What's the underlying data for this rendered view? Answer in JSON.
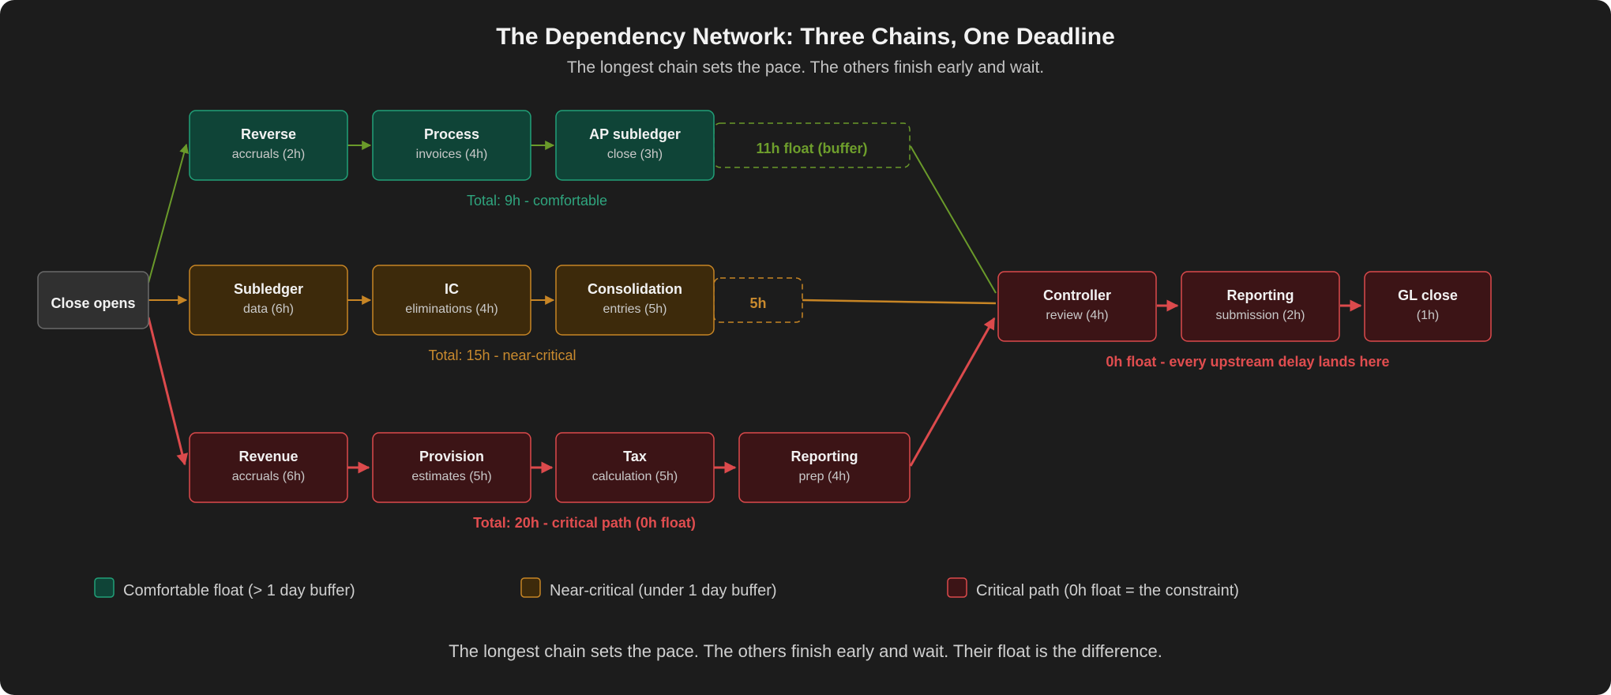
{
  "title": "The Dependency Network: Three Chains, One Deadline",
  "subtitle": "The longest chain sets the pace. The others finish early and wait.",
  "footer": "The longest chain sets the pace. The others finish early and wait. Their float is the difference.",
  "colors": {
    "background": "#1c1c1c",
    "green_fill": "#0f4437",
    "green_stroke": "#21a078",
    "green_arrow": "#6a9a2a",
    "green_text": "#2fa57e",
    "green_float_text": "#6e9e2c",
    "amber_fill": "#3d2a0b",
    "amber_stroke": "#c78525",
    "amber_text": "#c98a2e",
    "red_fill": "#3c1416",
    "red_stroke": "#dc4a4c",
    "red_text": "#e04d4f",
    "neutral_fill": "#303030",
    "neutral_stroke": "#6a6a6a"
  },
  "nodes": {
    "close_opens": {
      "title": "Close opens"
    },
    "reverse": {
      "title": "Reverse",
      "sub": "accruals (2h)"
    },
    "process": {
      "title": "Process",
      "sub": "invoices (4h)"
    },
    "ap_subledger": {
      "title": "AP subledger",
      "sub": "close (3h)"
    },
    "subledger": {
      "title": "Subledger",
      "sub": "data (6h)"
    },
    "ic": {
      "title": "IC",
      "sub": "eliminations (4h)"
    },
    "consolidation": {
      "title": "Consolidation",
      "sub": "entries (5h)"
    },
    "revenue": {
      "title": "Revenue",
      "sub": "accruals (6h)"
    },
    "provision": {
      "title": "Provision",
      "sub": "estimates (5h)"
    },
    "tax": {
      "title": "Tax",
      "sub": "calculation (5h)"
    },
    "reporting_prep": {
      "title": "Reporting",
      "sub": "prep (4h)"
    },
    "controller": {
      "title": "Controller",
      "sub": "review (4h)"
    },
    "reporting_sub": {
      "title": "Reporting",
      "sub": "submission (2h)"
    },
    "gl_close": {
      "title": "GL close",
      "sub": "(1h)"
    }
  },
  "floats": {
    "top": "11h float (buffer)",
    "middle": "5h"
  },
  "chain_totals": {
    "top": "Total: 9h - comfortable",
    "middle": "Total: 15h - near-critical",
    "bottom": "Total: 20h - critical path (0h float)"
  },
  "critical_note": "0h float - every upstream delay lands here",
  "legend": [
    {
      "label": "Comfortable float (> 1 day buffer)"
    },
    {
      "label": "Near-critical (under 1 day buffer)"
    },
    {
      "label": "Critical path (0h float = the constraint)"
    }
  ]
}
